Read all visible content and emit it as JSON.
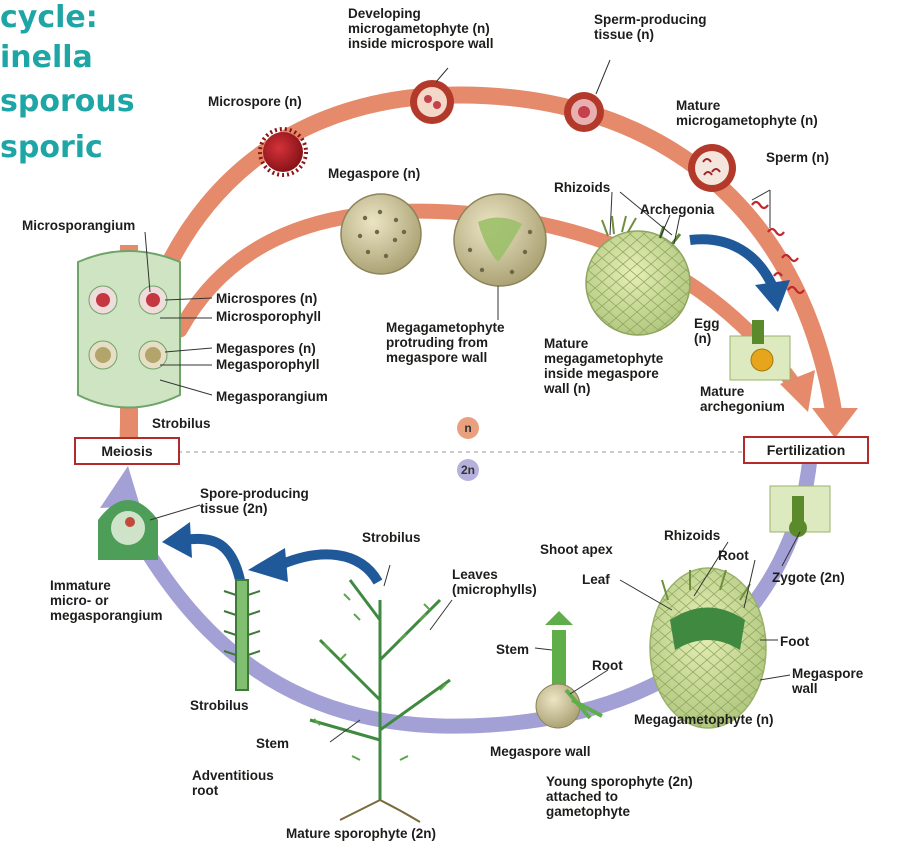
{
  "title": {
    "line1": "cycle:",
    "line2": "inella",
    "line3": "sporous",
    "line4": "sporic"
  },
  "boxes": {
    "meiosis": "Meiosis",
    "fertilization": "Fertilization"
  },
  "ploidy": {
    "haploid": "n",
    "diploid": "2n"
  },
  "labels": {
    "developing": "Developing\nmicrogametophyte (n)\ninside microspore wall",
    "sperm_tissue": "Sperm-producing\ntissue (n)",
    "microspore": "Microspore (n)",
    "mature_micro": "Mature\nmicrogametophyte (n)",
    "sperm": "Sperm (n)",
    "megaspore": "Megaspore (n)",
    "rhizoids_top": "Rhizoids",
    "archegonia": "Archegonia",
    "microsporangium": "Microsporangium",
    "microspores": "Microspores (n)",
    "microsporophyll": "Microsporophyll",
    "megaspores": "Megaspores (n)",
    "megasporophyll": "Megasporophyll",
    "megasporangium": "Megasporangium",
    "strobilus_top": "Strobilus",
    "megagametophyte_protruding": "Megagametophyte\nprotruding from\nmegaspore wall",
    "mature_megagametophyte": "Mature\nmegagametophyte\ninside megaspore\nwall (n)",
    "egg": "Egg\n(n)",
    "mature_archegonium": "Mature\narchegonium",
    "spore_tissue": "Spore-producing\ntissue (2n)",
    "strobilus_mid": "Strobilus",
    "leaves": "Leaves\n(microphylls)",
    "shoot_apex": "Shoot apex",
    "rhizoids_bottom": "Rhizoids",
    "root_right": "Root",
    "zygote": "Zygote (2n)",
    "leaf": "Leaf",
    "immature": "Immature\nmicro- or\nmegasporangium",
    "stem_mid": "Stem",
    "root_mid": "Root",
    "foot": "Foot",
    "megaspore_wall_right": "Megaspore\nwall",
    "strobilus_left": "Strobilus",
    "megagametophyte_n": "Megagametophyte (n)",
    "stem_left": "Stem",
    "megaspore_wall_bottom": "Megaspore wall",
    "adventitious": "Adventitious\nroot",
    "young_sporophyte": "Young sporophyte (2n)\nattached to\ngametophyte",
    "mature_sporophyte": "Mature sporophyte (2n)"
  },
  "colors": {
    "haploid_path": "#e58a6a",
    "diploid_path": "#a3a0d6",
    "process_arrow": "#20599a",
    "title": "#1ea5a5",
    "box_border": "#b22a2a"
  }
}
